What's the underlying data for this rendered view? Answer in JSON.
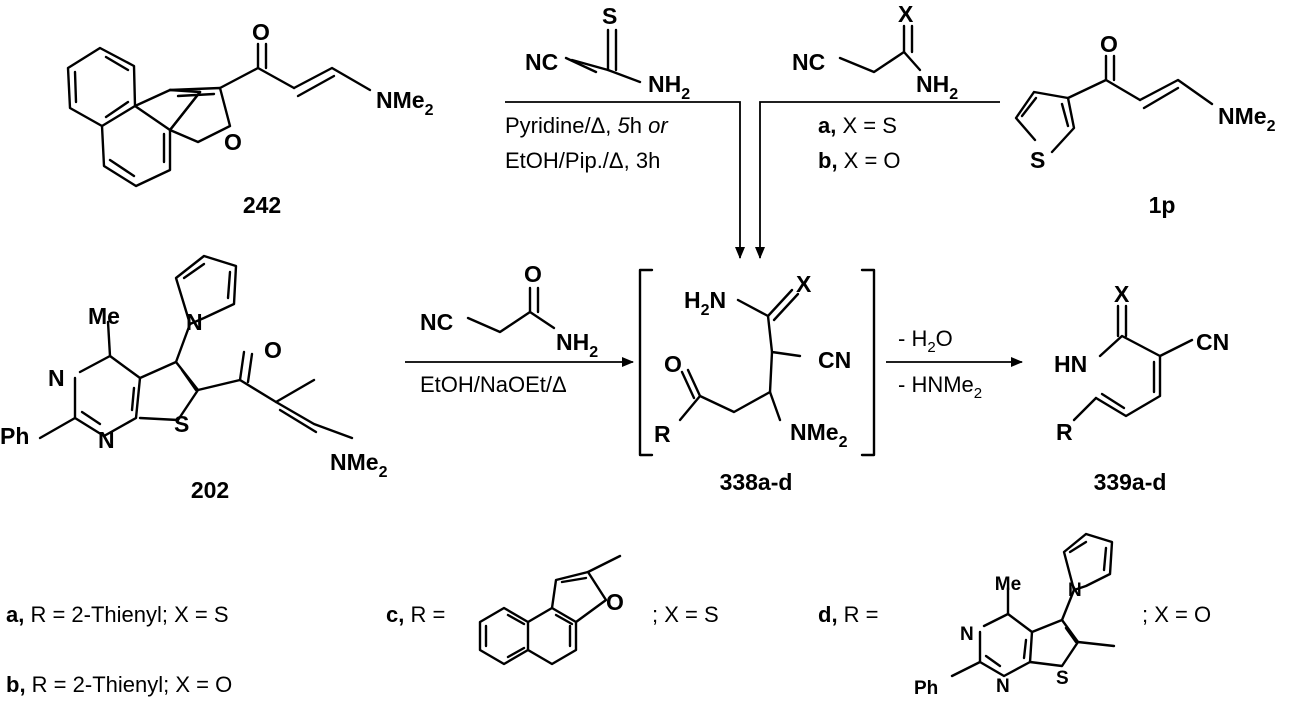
{
  "compounds": {
    "c242": "242",
    "c1p": "1p",
    "c202": "202",
    "c338": "338a-d",
    "c339": "339a-d"
  },
  "atoms": {
    "O": "O",
    "S": "S",
    "N": "N",
    "X": "X",
    "NC": "NC",
    "CN": "CN",
    "NH": "NH",
    "NH2_main": "NH",
    "sub2": "2",
    "H2N": "H",
    "H2N_sub": "2",
    "H2N_N": "N",
    "NMe": "NMe",
    "HN": "HN",
    "R": "R",
    "Me": "Me",
    "Ph": "Ph"
  },
  "conditions": {
    "top_left_line1": "Pyridine/Δ, ",
    "top_left_line1_italic": "5",
    "top_left_line1_h": "h ",
    "top_left_line1_or": "or",
    "top_left_line2": "EtOH/Pip./Δ, 3h",
    "top_right_a_bold": "a,",
    "top_right_a": " X = S",
    "top_right_b_bold": "b,",
    "top_right_b": " X = O",
    "middle": "EtOH/NaOEt/Δ",
    "elim1_pre": "- H",
    "elim1_sub": "2",
    "elim1_post": "O",
    "elim2_pre": "- HNMe",
    "elim2_sub": "2"
  },
  "legend": {
    "a_bold": "a,",
    "a_text": " R = 2-Thienyl; X = S",
    "b_bold": "b,",
    "b_text": " R = 2-Thienyl; X = O",
    "c_bold": "c,",
    "c_text": " R =",
    "c_tail": "; X = S",
    "d_bold": "d,",
    "d_text": " R =",
    "d_tail": "; X = O"
  }
}
